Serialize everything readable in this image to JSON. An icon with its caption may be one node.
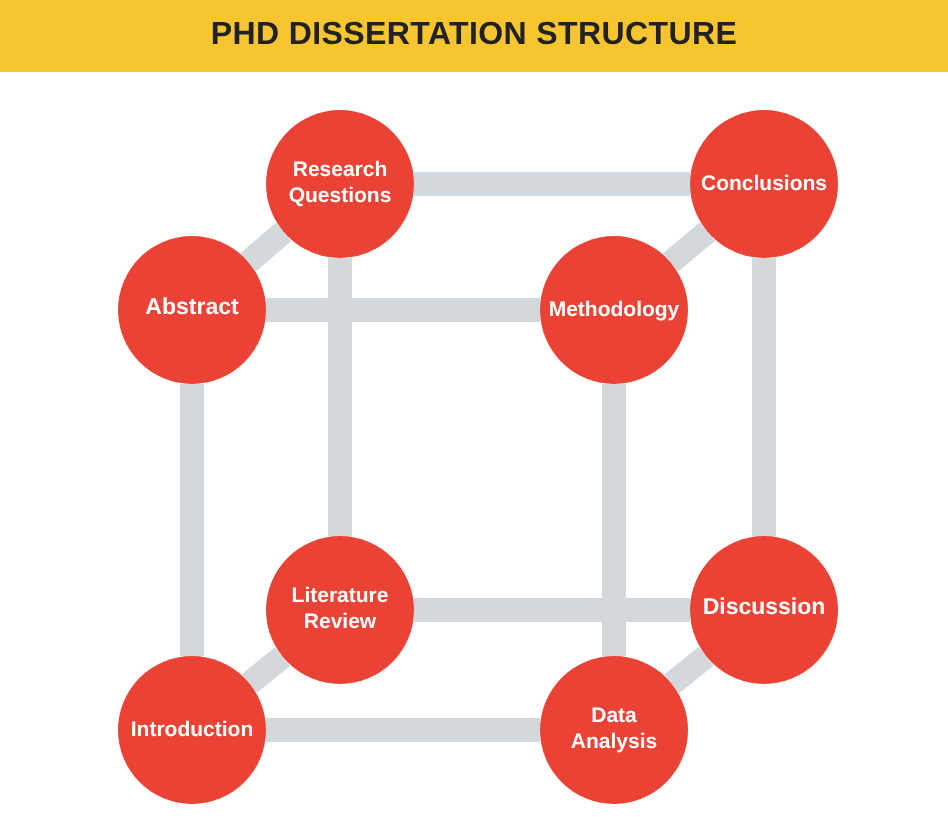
{
  "diagram": {
    "title": "PHD DISSERTATION STRUCTURE",
    "nodes": [
      {
        "text": [
          "Research Questions"
        ]
      },
      {
        "text": [
          "Conclusions"
        ]
      },
      {
        "text": [
          "Abstract"
        ]
      },
      {
        "text": [
          "Methodology"
        ]
      },
      {
        "text": [
          "Literature Review"
        ]
      },
      {
        "text": [
          "Discussion"
        ]
      },
      {
        "text": [
          "Introduction"
        ]
      },
      {
        "text": [
          "Data Analysis"
        ]
      }
    ],
    "edges": [
      {
        "from": 0,
        "to": 1,
        "arrow": "none"
      },
      {
        "from": 1,
        "to": 5,
        "arrow": "none"
      },
      {
        "from": 4,
        "to": 5,
        "arrow": "none"
      },
      {
        "from": 0,
        "to": 4,
        "arrow": "none"
      },
      {
        "from": 2,
        "to": 3,
        "arrow": "none"
      },
      {
        "from": 3,
        "to": 7,
        "arrow": "none"
      },
      {
        "from": 6,
        "to": 7,
        "arrow": "none"
      },
      {
        "from": 2,
        "to": 6,
        "arrow": "none"
      },
      {
        "from": 2,
        "to": 0,
        "arrow": "none"
      },
      {
        "from": 3,
        "to": 1,
        "arrow": "none"
      },
      {
        "from": 6,
        "to": 4,
        "arrow": "none"
      },
      {
        "from": 7,
        "to": 5,
        "arrow": "none"
      }
    ]
  }
}
